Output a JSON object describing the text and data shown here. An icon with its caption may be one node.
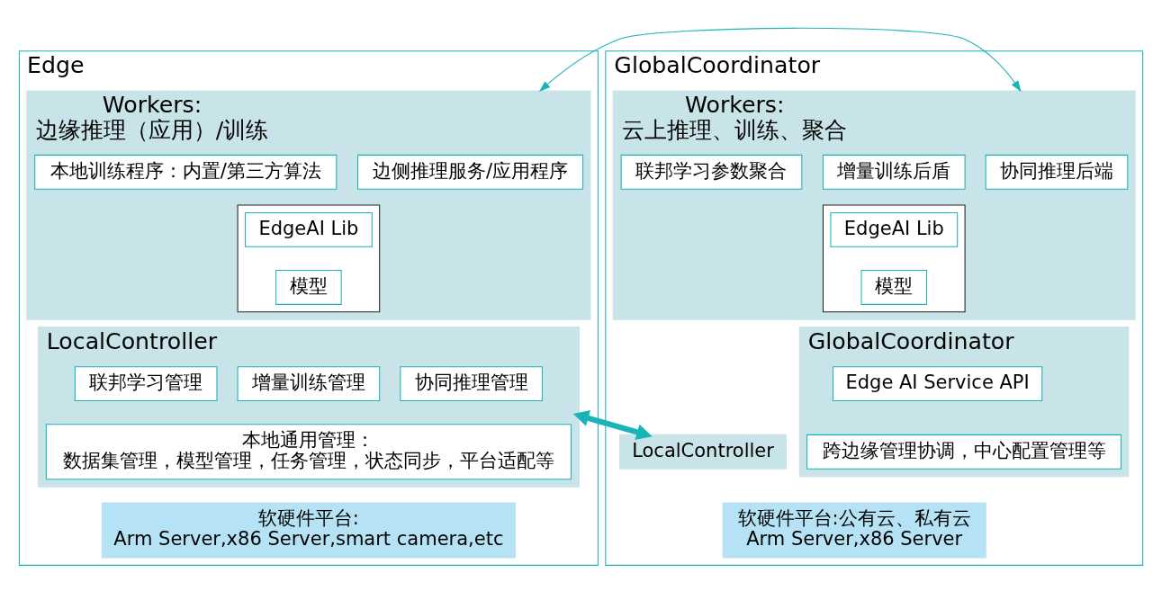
{
  "diagram": {
    "nodes": [
      {
        "text": [
          "Edge"
        ]
      },
      {
        "text": [
          "Workers:",
          "边缘推理（应用）/训练"
        ],
        "in": 0
      },
      {
        "text": [
          "边侧推理服务/应用程序"
        ],
        "in": 1
      },
      {
        "text": [
          "本地训练程序：内置/第三方算法"
        ],
        "in": 1
      },
      {
        "text": [],
        "shape": "box",
        "in": 1
      },
      {
        "text": [
          "EdgeAI Lib"
        ],
        "in": 4
      },
      {
        "text": [
          "模型"
        ],
        "in": 4
      },
      {
        "text": [
          "LocalController"
        ],
        "in": 0
      },
      {
        "text": [
          "协同推理管理"
        ],
        "in": 7
      },
      {
        "text": [
          "增量训练管理"
        ],
        "in": 7
      },
      {
        "text": [
          "联邦学习管理"
        ],
        "in": 7
      },
      {
        "text": [
          "本地通用管理：",
          "数据集管理，模型管理，任务管理，状态同步，平台适配等"
        ],
        "in": 7
      },
      {
        "text": [
          "软硬件平台:",
          "Arm Server,x86 Server,smart camera,etc"
        ],
        "in": 0
      },
      {
        "text": [
          "GlobalCoordinator"
        ]
      },
      {
        "text": [
          "Workers:",
          "云上推理、训练、聚合"
        ],
        "in": 13
      },
      {
        "text": [
          "协同推理后端"
        ],
        "in": 14
      },
      {
        "text": [
          "增量训练后盾"
        ],
        "in": 14
      },
      {
        "text": [
          "联邦学习参数聚合"
        ],
        "in": 14
      },
      {
        "text": [],
        "shape": "box",
        "in": 14
      },
      {
        "text": [
          "EdgeAI Lib"
        ],
        "in": 18
      },
      {
        "text": [
          "模型"
        ],
        "in": 18
      },
      {
        "text": [
          "LocalController"
        ],
        "in": 13
      },
      {
        "text": [
          "GlobalCoordinator"
        ],
        "in": 13
      },
      {
        "text": [
          "Edge AI Service API"
        ],
        "in": 22
      },
      {
        "text": [
          "跨边缘管理协调，中心配置管理等"
        ],
        "in": 22
      },
      {
        "text": [
          "软硬件平台:公有云、私有云",
          "Arm Server,x86 Server"
        ],
        "in": 13
      }
    ],
    "edges": [
      {
        "from": 1,
        "to": 14,
        "arrow": "both"
      },
      {
        "from": 7,
        "to": 21,
        "arrow": "both",
        "style": "thick",
        "color": "#19b3b8"
      }
    ]
  }
}
